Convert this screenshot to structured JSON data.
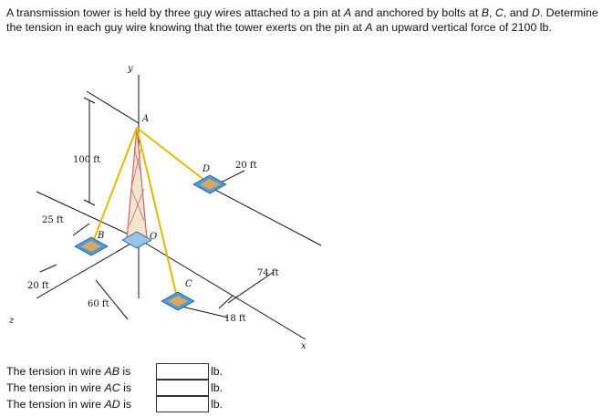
{
  "problem": {
    "part1": "A transmission tower is held by three guy wires attached to a pin at ",
    "pin": "A",
    "part2": " and anchored by bolts at ",
    "b": "B",
    "sep1": ", ",
    "c": "C",
    "part3": ", and ",
    "d": "D",
    "part4": ". Determine the tension in each guy wire knowing that the tower exerts on the pin at ",
    "pin2": "A",
    "part5": " an upward vertical force of 2100 lb."
  },
  "figure": {
    "labels": {
      "y": "y",
      "A": "A",
      "D": "D",
      "B": "B",
      "O": "O",
      "C": "C",
      "z": "z",
      "x": "x",
      "dim_100": "100 ft",
      "dim_20_top": "20 ft",
      "dim_25": "25 ft",
      "dim_20_left": "20 ft",
      "dim_60": "60 ft",
      "dim_74": "74 ft",
      "dim_18": "18 ft"
    },
    "colors": {
      "wire": "#e6b800",
      "tower": "#c06a6a",
      "base_blue": "#4f9ad8",
      "base_tan": "#d9a860"
    }
  },
  "answers": [
    {
      "prefix": "The tension in wire ",
      "wire": "AB",
      "suffix": " is",
      "value": "",
      "unit": "lb."
    },
    {
      "prefix": "The tension in wire ",
      "wire": "AC",
      "suffix": " is",
      "value": "",
      "unit": "lb."
    },
    {
      "prefix": "The tension in wire ",
      "wire": "AD",
      "suffix": " is",
      "value": "",
      "unit": "lb."
    }
  ]
}
